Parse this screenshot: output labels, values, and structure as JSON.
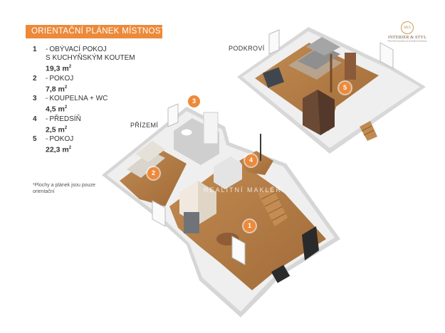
{
  "title": "ORIENTAČNÍ PLÁNEK MÍSTNOSTÍ",
  "rooms": [
    {
      "number": "1",
      "name_lines": [
        "OBÝVACÍ POKOJ",
        "S KUCHYŇSKÝM KOUTEM"
      ],
      "area": "19,3 m",
      "unit_sup": "2"
    },
    {
      "number": "2",
      "name_lines": [
        "POKOJ"
      ],
      "area": "7,8 m",
      "unit_sup": "2"
    },
    {
      "number": "3",
      "name_lines": [
        "KOUPELNA + WC"
      ],
      "area": "4,5 m",
      "unit_sup": "2"
    },
    {
      "number": "4",
      "name_lines": [
        "PŘEDSÍŇ"
      ],
      "area": "2,5 m",
      "unit_sup": "2"
    },
    {
      "number": "5",
      "name_lines": [
        "POKOJ"
      ],
      "area": "22,3 m",
      "unit_sup": "2"
    }
  ],
  "note": "*Plochy a plánek jsou pouze orientační",
  "floors": {
    "ground": "PŘÍZEMÍ",
    "attic": "PODKROVÍ"
  },
  "logo": {
    "mark": "I&S",
    "name": "INTERIER & STYL",
    "sub": "PROFESIONÁLNÍ HOMESTAGING"
  },
  "watermark": "REALITNÍ MAKLÉŘ",
  "markers": [
    "1",
    "2",
    "3",
    "4",
    "5"
  ],
  "colors": {
    "accent": "#ec8a3a",
    "floor_wood": "#b07a45",
    "wall": "#eeeeee"
  }
}
